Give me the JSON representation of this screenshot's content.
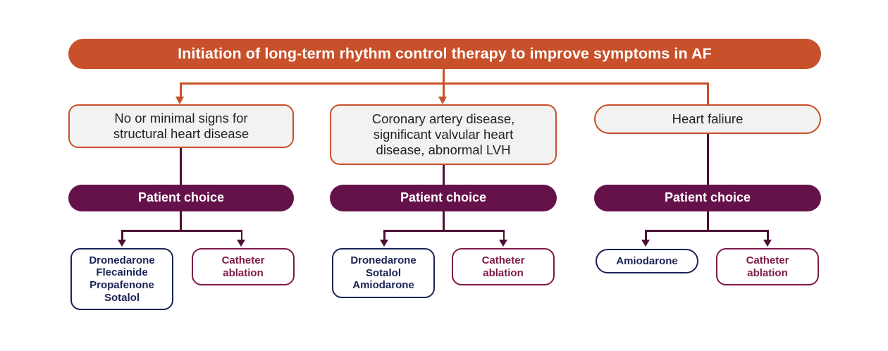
{
  "diagram": {
    "title": "Initiation of long-term rhythm control therapy to improve symptoms in AF",
    "colors": {
      "banner_orange": "#c8502a",
      "condition_fill": "#f2f2f2",
      "choice_purple": "#66124a",
      "drug_navy": "#1b2355",
      "ablation_maroon": "#7d1a48",
      "connector_purple": "#4c0f35",
      "text_dark": "#231f20",
      "background": "#ffffff"
    },
    "branches": [
      {
        "condition": "No or minimal signs for\nstructural heart disease",
        "choice": "Patient choice",
        "options": [
          {
            "kind": "drug",
            "label": "Dronedarone\nFlecainide\nPropafenone\nSotalol"
          },
          {
            "kind": "ablation",
            "label": "Catheter\nablation"
          }
        ]
      },
      {
        "condition": "Coronary artery disease,\nsignificant valvular heart\ndisease, abnormal LVH",
        "choice": "Patient choice",
        "options": [
          {
            "kind": "drug",
            "label": "Dronedarone\nSotalol\nAmiodarone"
          },
          {
            "kind": "ablation",
            "label": "Catheter\nablation"
          }
        ]
      },
      {
        "condition": "Heart faliure",
        "choice": "Patient choice",
        "options": [
          {
            "kind": "drug",
            "label": "Amiodarone"
          },
          {
            "kind": "ablation",
            "label": "Catheter\nablation"
          }
        ]
      }
    ]
  }
}
